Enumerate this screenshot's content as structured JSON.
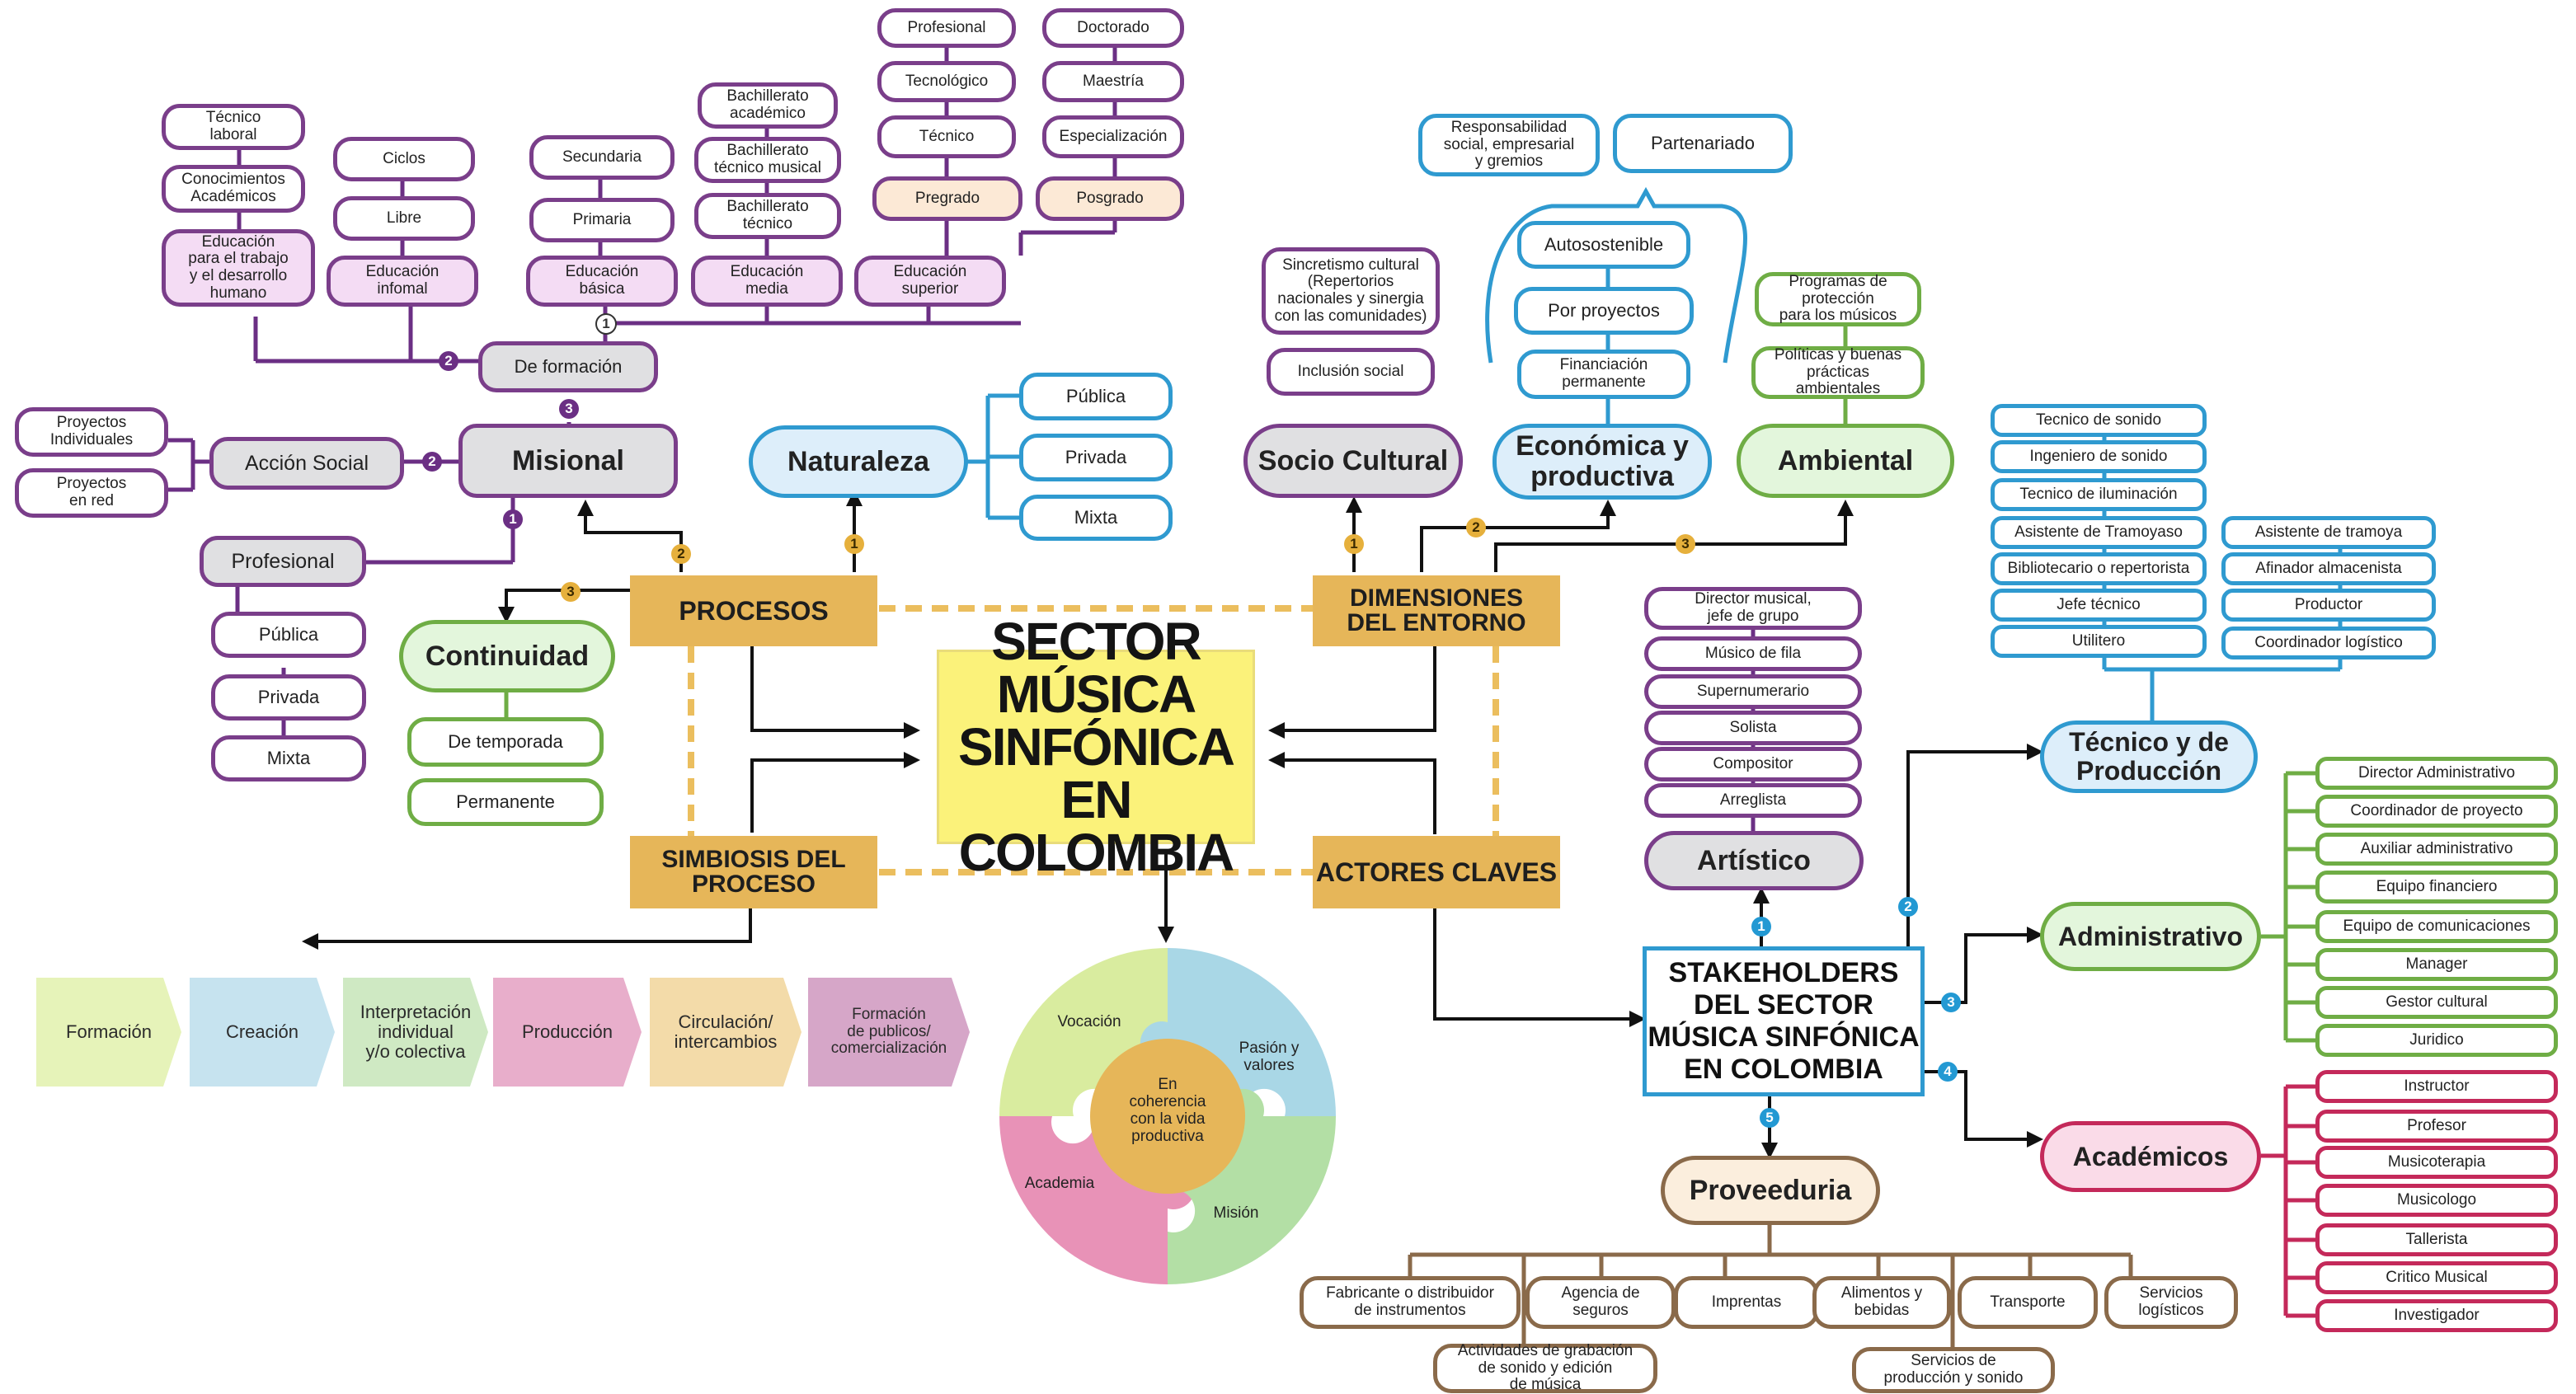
{
  "center": {
    "title": "SECTOR MÚSICA\nSINFÓNICA\nEN COLOMBIA"
  },
  "pillars": {
    "procesos": "PROCESOS",
    "dimensiones": "DIMENSIONES\nDEL ENTORNO",
    "simbiosis": "SIMBIOSIS DEL\nPROCESO",
    "actores": "ACTORES CLAVES"
  },
  "misional": {
    "title": "Misional",
    "de_formacion": "De formación",
    "accion_social": "Acción Social",
    "proyectos_individuales": "Proyectos\nIndividuales",
    "proyectos_en_red": "Proyectos\nen red",
    "profesional": "Profesional",
    "profesional_items": [
      "Pública",
      "Privada",
      "Mixta"
    ],
    "educacion_trabajo": "Educación\npara el trabajo\ny el desarrollo\nhumano",
    "conocimientos": "Conocimientos\nAcadémicos",
    "tecnico_laboral": "Técnico\nlaboral",
    "educacion_infomal": "Educación\ninfomal",
    "libre": "Libre",
    "ciclos": "Ciclos",
    "educacion_basica": "Educación\nbásica",
    "primaria": "Primaria",
    "secundaria": "Secundaria",
    "educacion_media": "Educación\nmedia",
    "bach_tecnico": "Bachillerato\ntécnico",
    "bach_musical": "Bachillerato\ntécnico musical",
    "bach_academico": "Bachillerato\nacadémico",
    "educacion_superior": "Educación\nsuperior",
    "pregrado": "Pregrado",
    "tecnico": "Técnico",
    "tecnologico": "Tecnológico",
    "profesional_sup": "Profesional",
    "posgrado": "Posgrado",
    "especializacion": "Especialización",
    "maestria": "Maestría",
    "doctorado": "Doctorado"
  },
  "naturaleza": {
    "title": "Naturaleza",
    "items": [
      "Pública",
      "Privada",
      "Mixta"
    ]
  },
  "continuidad": {
    "title": "Continuidad",
    "items": [
      "De temporada",
      "Permanente"
    ]
  },
  "socio_cultural": {
    "title": "Socio Cultural",
    "inclusion": "Inclusión social",
    "sincretismo": "Sincretismo cultural\n(Repertorios\nnacionales y sinergia\ncon las comunidades)"
  },
  "economica": {
    "title": "Económica y\nproductiva",
    "financiacion": "Financiación\npermanente",
    "por_proyectos": "Por proyectos",
    "autosostenible": "Autosostenible",
    "responsabilidad": "Responsabilidad\nsocial, empresarial\ny gremios",
    "partenariado": "Partenariado"
  },
  "ambiental": {
    "title": "Ambiental",
    "politicas": "Políticas y buenas\nprácticas\nambientales",
    "programas": "Programas de\nprotección\npara los músicos"
  },
  "stakeholders": {
    "title": "STAKEHOLDERS\nDEL SECTOR\nMÚSICA SINFÓNICA\nEN COLOMBIA"
  },
  "artistico": {
    "title": "Artístico",
    "items": [
      "Director musical,\njefe de grupo",
      "Músico de fila",
      "Supernumerario",
      "Solista",
      "Compositor",
      "Arreglista"
    ]
  },
  "tecnico": {
    "title": "Técnico y de\nProducción",
    "left": [
      "Tecnico de sonido",
      "Ingeniero de sonido",
      "Tecnico de iluminación",
      "Asistente de Tramoyaso",
      "Bibliotecario o repertorista",
      "Jefe técnico",
      "Utilitero"
    ],
    "right": [
      "Asistente de tramoya",
      "Afinador almacenista",
      "Productor",
      "Coordinador logístico"
    ]
  },
  "administrativo": {
    "title": "Administrativo",
    "items": [
      "Director Administrativo",
      "Coordinador de proyecto",
      "Auxiliar administrativo",
      "Equipo financiero",
      "Equipo de comunicaciones",
      "Manager",
      "Gestor cultural",
      "Juridico"
    ]
  },
  "academicos": {
    "title": "Académicos",
    "items": [
      "Instructor",
      "Profesor",
      "Musicoterapia",
      "Musicologo",
      "Tallerista",
      "Critico Musical",
      "Investigador"
    ]
  },
  "proveeduria": {
    "title": "Proveeduria",
    "items": [
      "Fabricante o distribuidor\nde instrumentos",
      "Actividades de grabación\nde sonido y edición\nde música",
      "Agencia de\nseguros",
      "Imprentas",
      "Alimentos y\nbebidas",
      "Servicios de\nproducción y sonido",
      "Transporte",
      "Servicios\nlogísticos"
    ]
  },
  "chain": {
    "items": [
      "Formación",
      "Creación",
      "Interpretación\nindividual\ny/o colectiva",
      "Producción",
      "Circulación/\nintercambios",
      "Formación\nde publicos/\ncomercialización"
    ],
    "colors": [
      "#e6f3b9",
      "#c6e3ef",
      "#cfe9c3",
      "#e8aecb",
      "#f3dba9",
      "#d6a6c8"
    ]
  },
  "puzzle": {
    "center": "En\ncoherencia\ncon la vida\nproductiva",
    "vocacion": "Vocación",
    "pasion": "Pasión y\nvalores",
    "academia": "Academia",
    "mision": "Misión",
    "colors": [
      "#d9ec9f",
      "#a9d7e6",
      "#e892b7",
      "#b3dfa5",
      "#e6b659"
    ]
  },
  "badges": {
    "one": "1",
    "two": "2",
    "three": "3",
    "four": "4",
    "five": "5"
  }
}
